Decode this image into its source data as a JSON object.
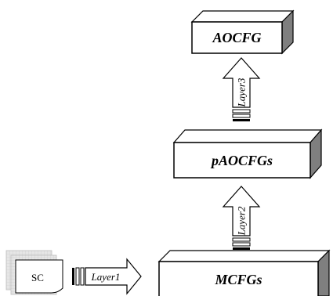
{
  "boxes": {
    "top": "AOCFG",
    "middle": "pAOCFGs",
    "bottom": "MCFGs"
  },
  "document": {
    "label": "SC"
  },
  "arrows": {
    "layer1": "Layer1",
    "layer2": "Layer2",
    "layer3": "Layer3"
  }
}
